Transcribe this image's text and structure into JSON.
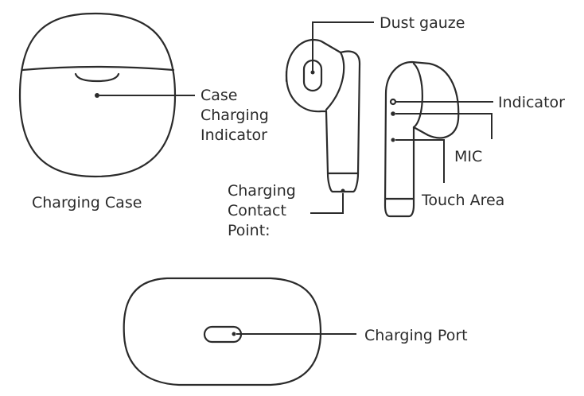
{
  "labels": {
    "charging_case": "Charging Case",
    "case_indicator_line1": "Case",
    "case_indicator_line2": "Charging",
    "case_indicator_line3": "Indicator",
    "dust_gauze": "Dust gauze",
    "charging_contact_line1": "Charging",
    "charging_contact_line2": "Contact",
    "charging_contact_line3": "Point:",
    "indicator": "Indicator",
    "mic": "MIC",
    "touch_area": "Touch Area",
    "charging_port": "Charging Port"
  },
  "colors": {
    "line": "#2b2b2b",
    "background": "#ffffff"
  }
}
